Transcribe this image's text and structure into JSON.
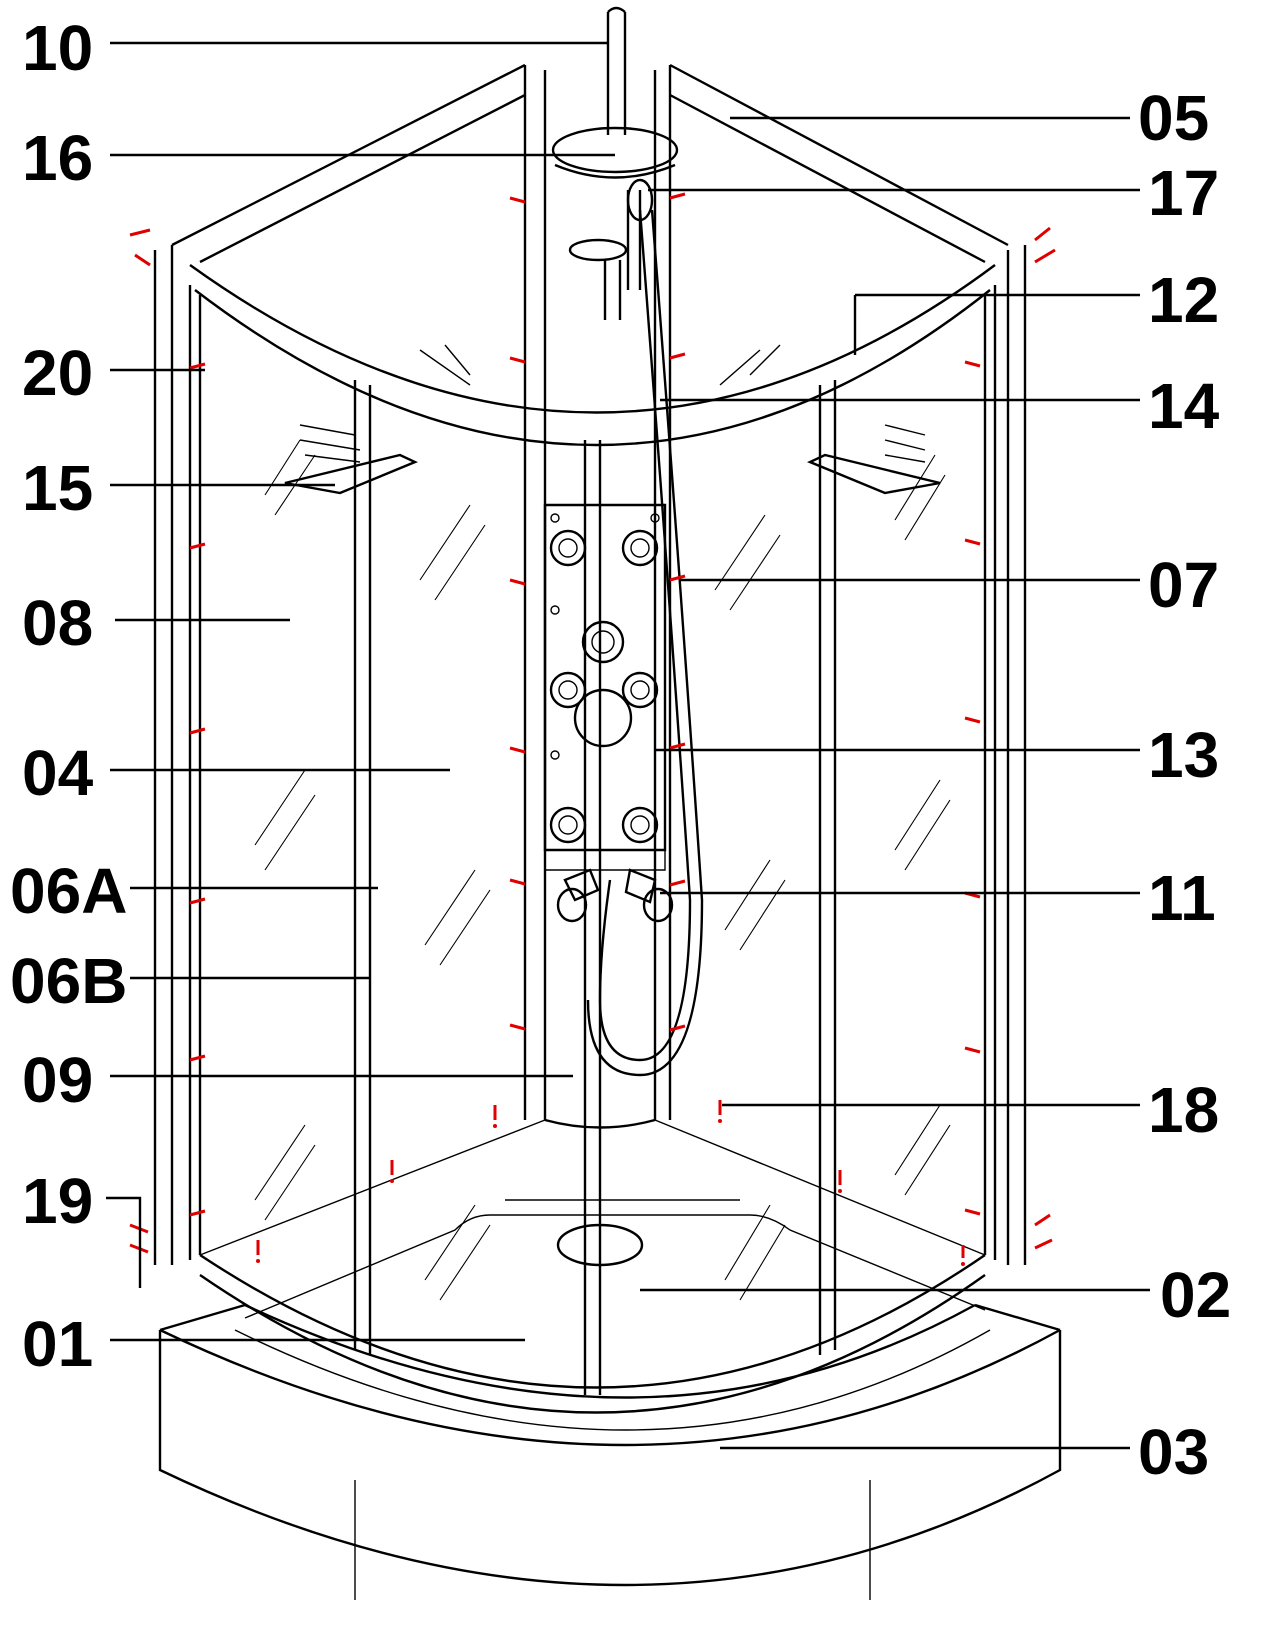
{
  "callouts": [
    {
      "id": "10"
    },
    {
      "id": "05"
    },
    {
      "id": "16"
    },
    {
      "id": "17"
    },
    {
      "id": "12"
    },
    {
      "id": "20"
    },
    {
      "id": "14"
    },
    {
      "id": "15"
    },
    {
      "id": "07"
    },
    {
      "id": "08"
    },
    {
      "id": "04"
    },
    {
      "id": "13"
    },
    {
      "id": "06A"
    },
    {
      "id": "11"
    },
    {
      "id": "06B"
    },
    {
      "id": "09"
    },
    {
      "id": "18"
    },
    {
      "id": "19"
    },
    {
      "id": "02"
    },
    {
      "id": "01"
    },
    {
      "id": "03"
    }
  ],
  "colors": {
    "line": "#000000",
    "screw": "#e10000",
    "background": "#ffffff"
  }
}
